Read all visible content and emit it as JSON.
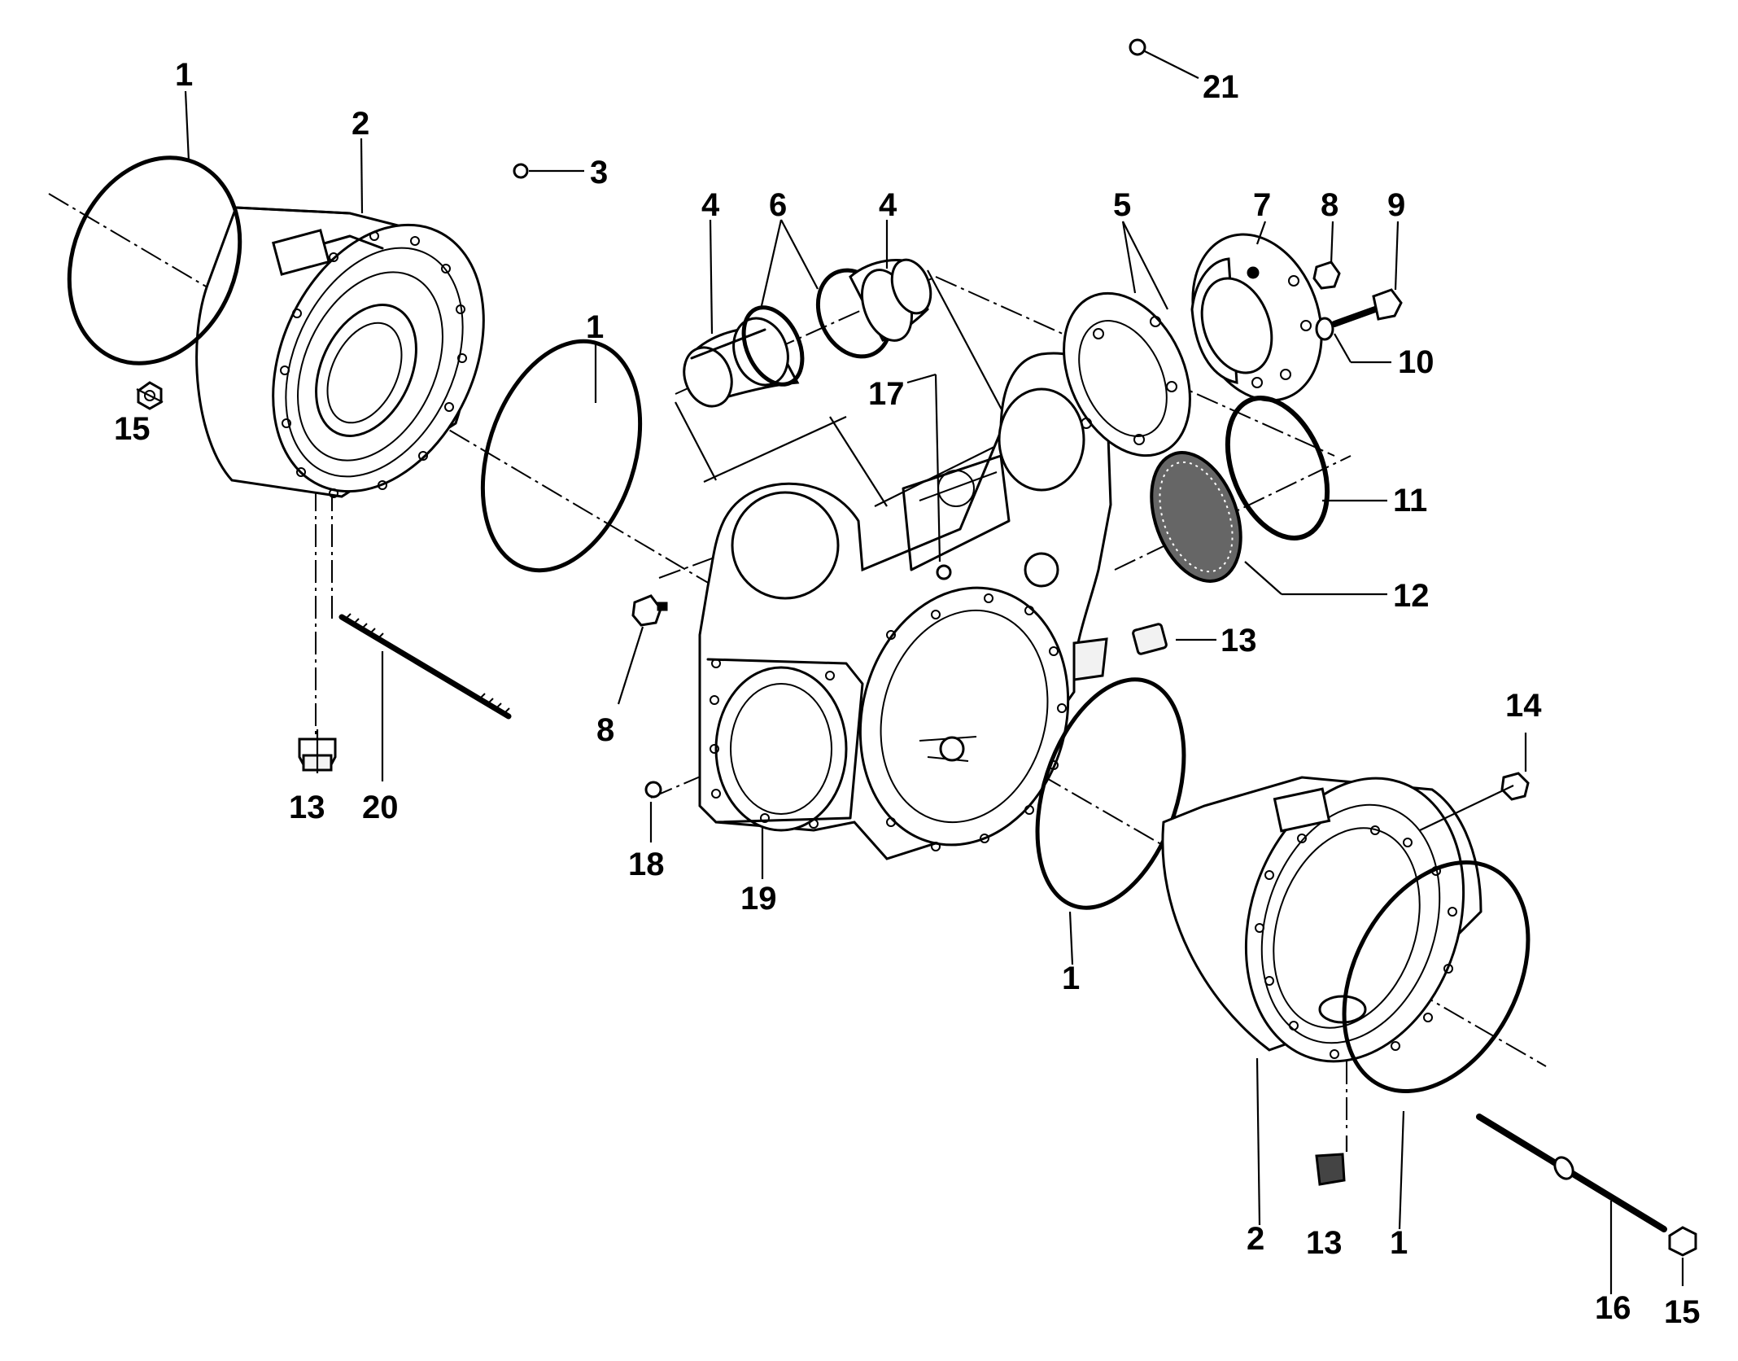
{
  "callouts": [
    {
      "id": "c1a",
      "text": "1"
    },
    {
      "id": "c2a",
      "text": "2"
    },
    {
      "id": "c3",
      "text": "3"
    },
    {
      "id": "c15a",
      "text": "15"
    },
    {
      "id": "c1b",
      "text": "1"
    },
    {
      "id": "c4a",
      "text": "4"
    },
    {
      "id": "c6",
      "text": "6"
    },
    {
      "id": "c4b",
      "text": "4"
    },
    {
      "id": "c17",
      "text": "17"
    },
    {
      "id": "c5",
      "text": "5"
    },
    {
      "id": "c7",
      "text": "7"
    },
    {
      "id": "c8a",
      "text": "8"
    },
    {
      "id": "c9",
      "text": "9"
    },
    {
      "id": "c10",
      "text": "10"
    },
    {
      "id": "c21",
      "text": "21"
    },
    {
      "id": "c11",
      "text": "11"
    },
    {
      "id": "c12",
      "text": "12"
    },
    {
      "id": "c13a",
      "text": "13"
    },
    {
      "id": "c20",
      "text": "20"
    },
    {
      "id": "c8b",
      "text": "8"
    },
    {
      "id": "c13b",
      "text": "13"
    },
    {
      "id": "c18",
      "text": "18"
    },
    {
      "id": "c19",
      "text": "19"
    },
    {
      "id": "c14",
      "text": "14"
    },
    {
      "id": "c1c",
      "text": "1"
    },
    {
      "id": "c2b",
      "text": "2"
    },
    {
      "id": "c13c",
      "text": "13"
    },
    {
      "id": "c1d",
      "text": "1"
    },
    {
      "id": "c16",
      "text": "16"
    },
    {
      "id": "c15b",
      "text": "15"
    }
  ]
}
